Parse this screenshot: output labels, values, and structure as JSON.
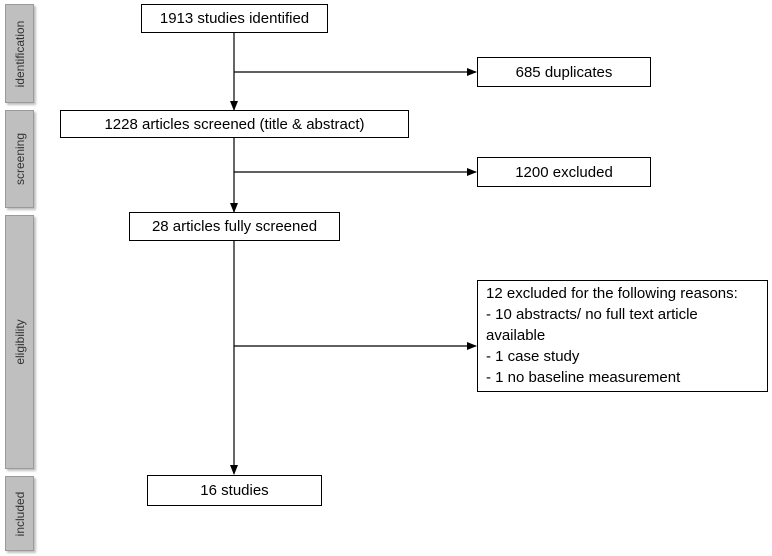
{
  "stages": [
    {
      "label": "identification"
    },
    {
      "label": "screening"
    },
    {
      "label": "eligibility"
    },
    {
      "label": "included"
    }
  ],
  "boxes": {
    "identified": "1913 studies identified",
    "duplicates": "685 duplicates",
    "screened": "1228 articles screened (title & abstract)",
    "excluded_screening": "1200 excluded",
    "fully_screened": "28 articles fully screened",
    "included": "16 studies"
  },
  "exclusion_reasons": {
    "title": "12 excluded for the following reasons:",
    "items": [
      "- 10 abstracts/ no full text article",
      "available",
      "- 1 case study",
      "- 1 no baseline measurement"
    ]
  },
  "colors": {
    "stage_bar": "#bfbfbf",
    "line": "#000000"
  }
}
